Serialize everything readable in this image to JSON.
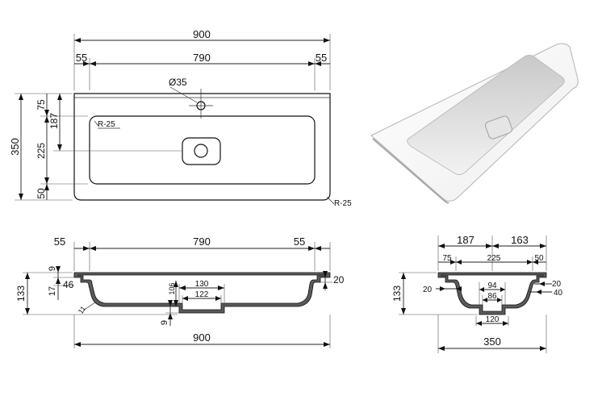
{
  "top_view": {
    "overall_width": "900",
    "inner_width": "790",
    "left_margin": "55",
    "right_margin": "55",
    "overall_depth": "350",
    "top_offset": "75",
    "tap_hole_axis": "187",
    "bowl_depth": "225",
    "front_margin": "50",
    "tap_hole": "Ø35",
    "inner_radius": "R-25",
    "outer_radius": "R-25"
  },
  "front_section": {
    "left_margin": "55",
    "inner_width": "790",
    "right_margin": "55",
    "overall_width": "900",
    "height": "133",
    "rim": "9",
    "ledge": "17",
    "lip": "46",
    "radius": "11",
    "drain_height": "106",
    "drain_outer": "130",
    "drain_inner": "122",
    "base": "9",
    "edge": "20"
  },
  "side_section": {
    "front_part": "187",
    "back_part": "163",
    "top_offset": "75",
    "bowl_depth": "225",
    "front_margin": "50",
    "height": "133",
    "left_wall": "20",
    "drain_outer": "94",
    "drain_inner": "86",
    "base_width": "120",
    "right_wall": "20",
    "right_lip": "40",
    "overall_depth": "350"
  },
  "colors": {
    "line": "#111111",
    "section_fill": "#5a5a5a",
    "basin_shade": "#cfcfcf",
    "basin_white": "#f4f4f4"
  }
}
